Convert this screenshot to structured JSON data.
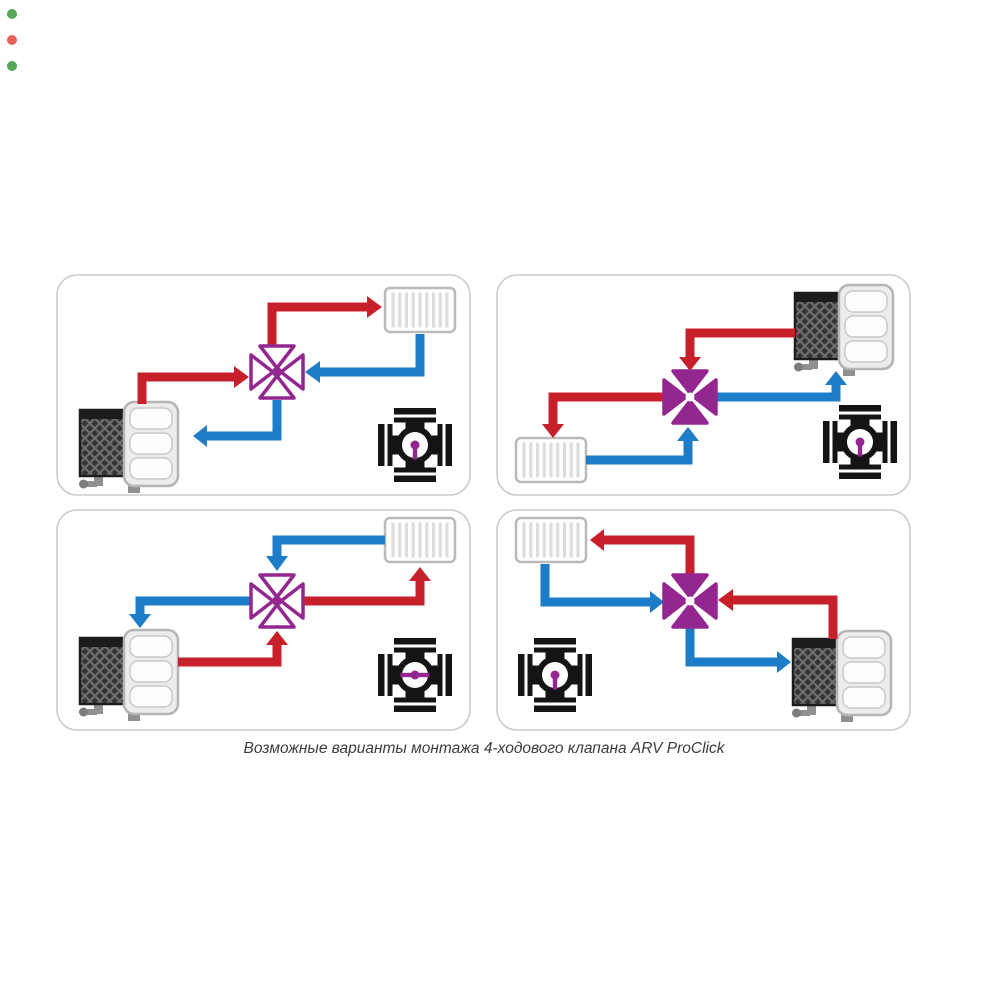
{
  "caption": "Возможные варианты монтажа 4-ходового клапана ARV ProClick",
  "colors": {
    "background": "#FFFFFF",
    "supply-red": "#C8202A",
    "return-blue": "#1E7DC8",
    "valve-purple": "#93278F",
    "panel-border": "#CACBCC",
    "radiator-border": "#B9BABB",
    "radiator-fin": "#DCDDDE",
    "boiler-dark": "#333333",
    "boiler-hatch": "#6E6E6E",
    "boiler-outline": "#1C1C1C",
    "unit-fill": "#ECECEC",
    "unit-border": "#B4B5B6",
    "pill-fill": "#FDFDFD",
    "pill-border": "#C9C9C9",
    "metal-gray": "#8F9090",
    "icon-black": "#141414",
    "caption-text": "#3C3C3C",
    "edge-mark-green": "#43A047",
    "edge-mark-red": "#E05348"
  },
  "legend": {
    "supply_arrows": "hot water from boiler through valve to radiator",
    "return_arrows": "cooled water from radiator through valve to boiler"
  },
  "panels": [
    {
      "variant": 1,
      "valve_style": "outline",
      "orientation_indicator": "stem-down",
      "boiler_position": "bottom-left",
      "radiator_position": "top-right"
    },
    {
      "variant": 2,
      "valve_style": "filled",
      "orientation_indicator": "stem-down",
      "boiler_position": "top-right",
      "radiator_position": "bottom-left"
    },
    {
      "variant": 3,
      "valve_style": "outline",
      "orientation_indicator": "horizontal",
      "boiler_position": "bottom-left",
      "radiator_position": "top-right"
    },
    {
      "variant": 4,
      "valve_style": "filled",
      "orientation_indicator": "stem-down",
      "boiler_position": "bottom-right",
      "radiator_position": "top-left"
    }
  ],
  "icons": [
    "radiator-icon",
    "boiler-icon",
    "four-way-valve-icon",
    "valve-orientation-icon",
    "supply-arrow",
    "return-arrow"
  ]
}
